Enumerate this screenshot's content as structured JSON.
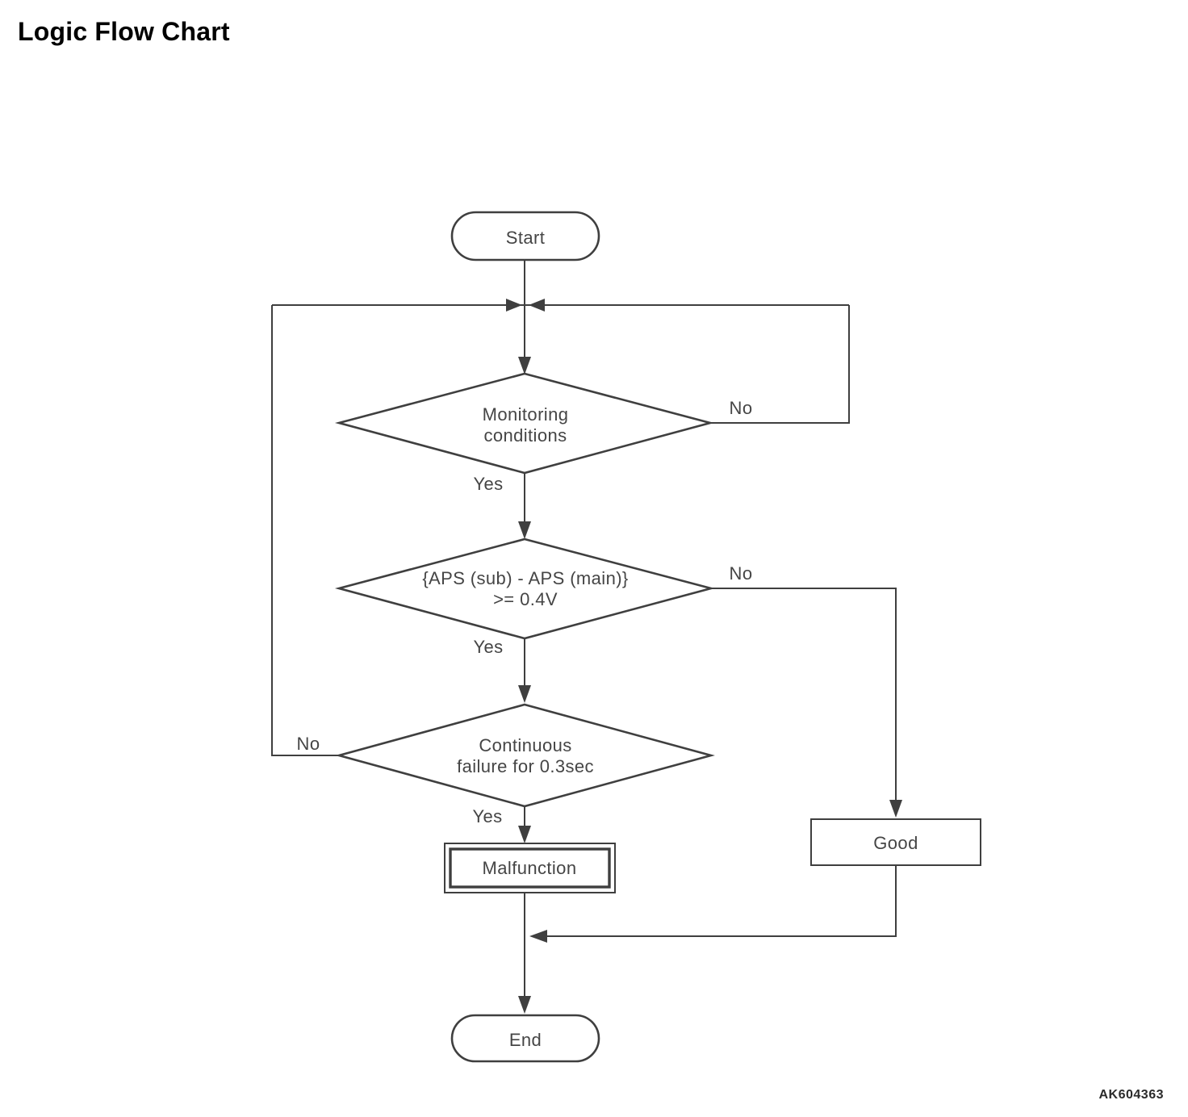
{
  "page": {
    "title": "Logic Flow Chart",
    "figure_code": "AK604363"
  },
  "colors": {
    "ink": "#3f3f3f",
    "background": "#ffffff"
  },
  "flowchart": {
    "nodes": {
      "start": {
        "type": "terminator",
        "label": "Start"
      },
      "monitoring": {
        "type": "decision",
        "lines": [
          "Monitoring",
          "conditions"
        ]
      },
      "aps": {
        "type": "decision",
        "lines": [
          "{APS (sub) - APS (main)}",
          ">= 0.4V"
        ]
      },
      "continuous": {
        "type": "decision",
        "lines": [
          "Continuous",
          "failure for 0.3sec"
        ]
      },
      "malfunction": {
        "type": "process-emphasized",
        "label": "Malfunction"
      },
      "good": {
        "type": "process",
        "label": "Good"
      },
      "end": {
        "type": "terminator",
        "label": "End"
      }
    },
    "edges": [
      {
        "from": "start",
        "to": "monitoring",
        "label": ""
      },
      {
        "from": "monitoring",
        "to": "aps",
        "label": "Yes"
      },
      {
        "from": "monitoring",
        "to": "loop-junction",
        "label": "No"
      },
      {
        "from": "aps",
        "to": "continuous",
        "label": "Yes"
      },
      {
        "from": "aps",
        "to": "good",
        "label": "No"
      },
      {
        "from": "continuous",
        "to": "malfunction",
        "label": "Yes"
      },
      {
        "from": "continuous",
        "to": "loop-junction",
        "label": "No"
      },
      {
        "from": "malfunction",
        "to": "end",
        "label": ""
      },
      {
        "from": "good",
        "to": "end",
        "label": ""
      }
    ]
  }
}
